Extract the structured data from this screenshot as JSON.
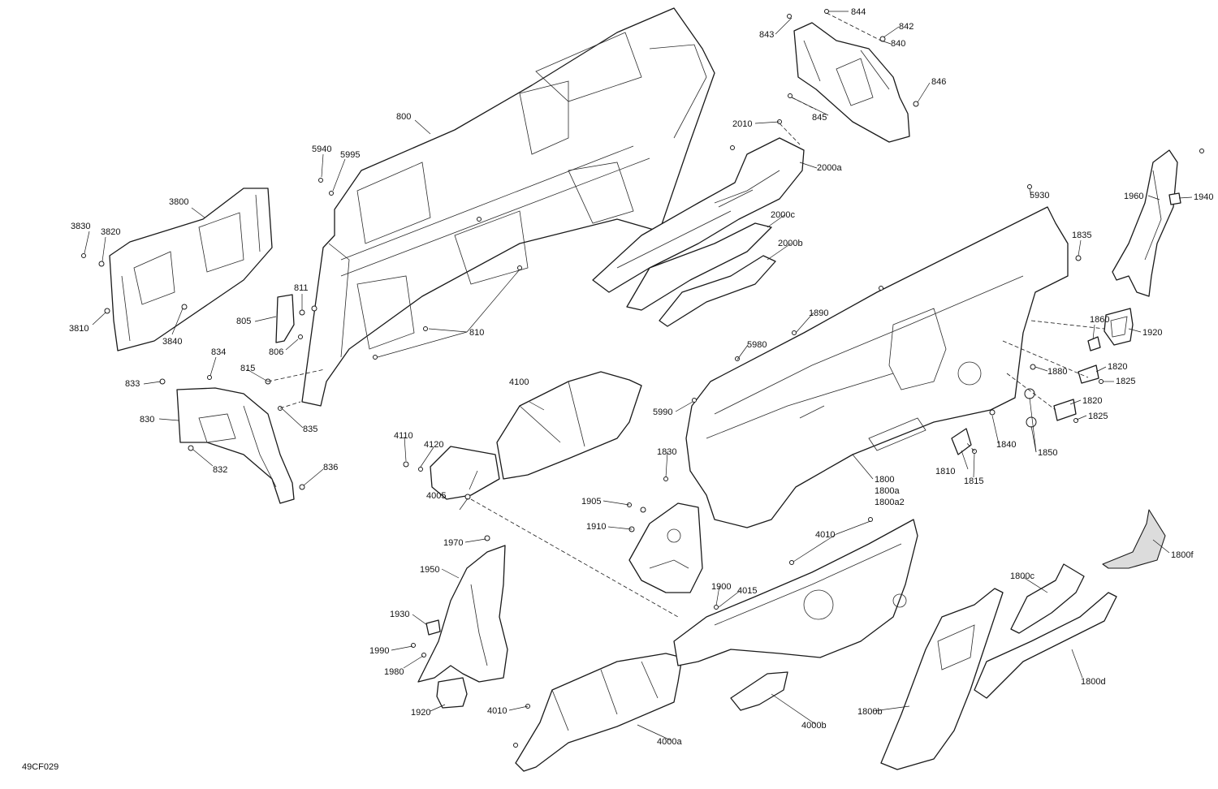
{
  "document_id": "49CF029",
  "labels": {
    "l800": "800",
    "l805": "805",
    "l806": "806",
    "l810": "810",
    "l811": "811",
    "l815": "815",
    "l830": "830",
    "l832": "832",
    "l833": "833",
    "l834": "834",
    "l835": "835",
    "l836": "836",
    "l840": "840",
    "l842": "842",
    "l843": "843",
    "l844": "844",
    "l845": "845",
    "l846": "846",
    "l1800": "1800",
    "l1800a": "1800a",
    "l1800a2": "1800a2",
    "l1800b": "1800b",
    "l1800c": "1800c",
    "l1800d": "1800d",
    "l1800f": "1800f",
    "l1810": "1810",
    "l1815": "1815",
    "l1820a": "1820",
    "l1820b": "1820",
    "l1825a": "1825",
    "l1825b": "1825",
    "l1830": "1830",
    "l1835": "1835",
    "l1840": "1840",
    "l1850": "1850",
    "l1860": "1860",
    "l1880": "1880",
    "l1890": "1890",
    "l1900": "1900",
    "l1905": "1905",
    "l1910": "1910",
    "l1920a": "1920",
    "l1920b": "1920",
    "l1930": "1930",
    "l1940": "1940",
    "l1950": "1950",
    "l1960": "1960",
    "l1970": "1970",
    "l1980": "1980",
    "l1990": "1990",
    "l2000a": "2000a",
    "l2000b": "2000b",
    "l2000c": "2000c",
    "l2010": "2010",
    "l3800": "3800",
    "l3810": "3810",
    "l3820": "3820",
    "l3830": "3830",
    "l3840": "3840",
    "l4000a": "4000a",
    "l4000b": "4000b",
    "l4005": "4005",
    "l4010a": "4010",
    "l4010b": "4010",
    "l4015": "4015",
    "l4100": "4100",
    "l4110": "4110",
    "l4120": "4120",
    "l5930": "5930",
    "l5940": "5940",
    "l5980": "5980",
    "l5990": "5990",
    "l5995": "5995"
  }
}
